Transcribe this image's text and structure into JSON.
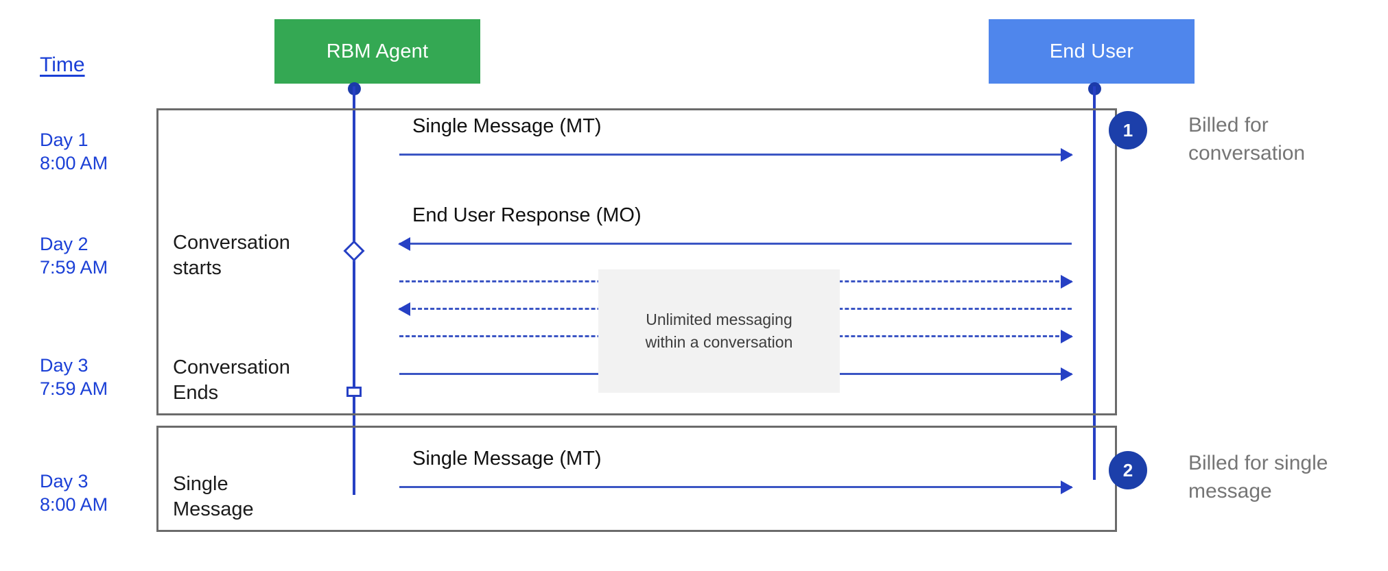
{
  "diagram": {
    "title_column": {
      "label": "Time"
    },
    "actors": [
      {
        "id": "agent",
        "label": "RBM Agent",
        "color": "#34A853"
      },
      {
        "id": "user",
        "label": "End User",
        "color": "#4F86EC"
      }
    ],
    "timestamps": [
      {
        "label": "Day 1\n8:00 AM"
      },
      {
        "label": "Day 2\n7:59 AM"
      },
      {
        "label": "Day 3\n7:59 AM"
      },
      {
        "label": "Day 3\n8:00 AM"
      }
    ],
    "phases": [
      {
        "label": "Conversation\nstarts"
      },
      {
        "label": "Conversation\nEnds"
      },
      {
        "label": "Single\nMessage"
      }
    ],
    "messages": [
      {
        "label": "Single Message (MT)",
        "direction": "right",
        "style": "solid"
      },
      {
        "label": "End User Response (MO)",
        "direction": "left",
        "style": "solid"
      },
      {
        "label": "",
        "direction": "right",
        "style": "dashed"
      },
      {
        "label": "",
        "direction": "left",
        "style": "dashed"
      },
      {
        "label": "",
        "direction": "right",
        "style": "dashed"
      },
      {
        "label": "",
        "direction": "right",
        "style": "solid"
      },
      {
        "label": "Single Message (MT)",
        "direction": "right",
        "style": "solid"
      }
    ],
    "note": {
      "text": "Unlimited messaging\nwithin a conversation"
    },
    "billing": [
      {
        "badge": "1",
        "text": "Billed for\nconversation"
      },
      {
        "badge": "2",
        "text": "Billed for single\nmessage"
      }
    ],
    "colors": {
      "agent": "#34A853",
      "user": "#4F86EC",
      "arrow": "#3b55c4",
      "badge": "#1c3faa",
      "time_text": "#1a3fd6",
      "note_bg": "#f2f2f2",
      "group_border": "#6b6b6b"
    }
  }
}
